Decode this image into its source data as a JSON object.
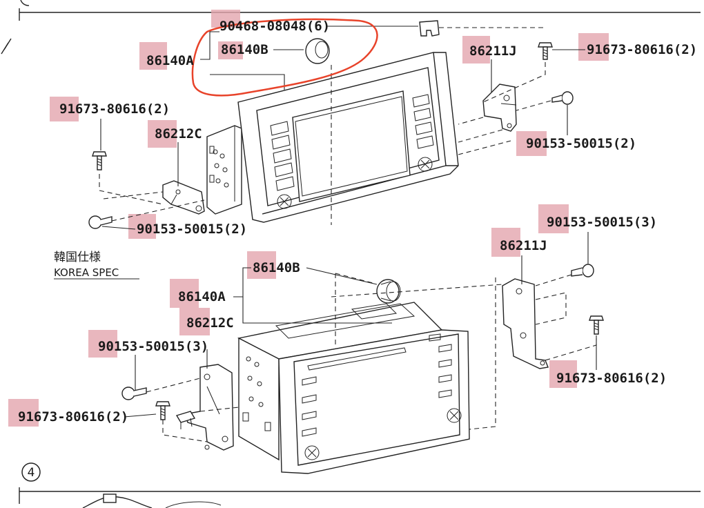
{
  "labels": {
    "top_90468": "90468-08048(6)",
    "top_86140a": "86140A",
    "top_86140b": "86140B",
    "top_86211j": "86211J",
    "top_91673_right": "91673-80616(2)",
    "top_91673_left": "91673-80616(2)",
    "top_86212c": "86212C",
    "top_90153_right": "90153-50015(2)",
    "top_90153_left": "90153-50015(2)",
    "korea_cn": "韓国仕様",
    "korea_en": "KOREA SPEC",
    "bot_90153_right": "90153-50015(3)",
    "bot_86211j": "86211J",
    "bot_86140b": "86140B",
    "bot_86140a": "86140A",
    "bot_86212c": "86212C",
    "bot_90153_left": "90153-50015(3)",
    "bot_91673_right": "91673-80616(2)",
    "bot_91673_left": "91673-80616(2)",
    "section_number": "4"
  },
  "colors": {
    "highlight": "#e3a5ae",
    "annotation_circle": "#e8432a",
    "ink": "#1a1a1a"
  }
}
